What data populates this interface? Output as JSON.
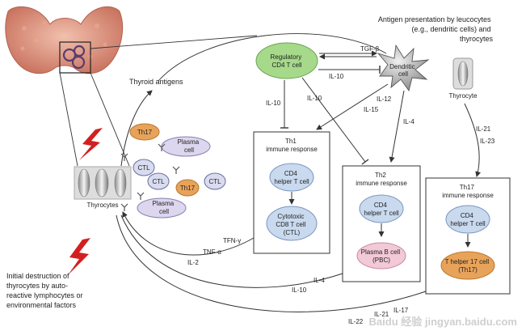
{
  "labels": {
    "antigen_presentation": [
      "Antigen presentation by leucocytes",
      "(e.g., dendritic cells) and",
      "thyrocytes"
    ],
    "thyroid_antigens": "Thyroid antigens",
    "thyrocytes": "Thyrocytes",
    "thyrocyte": "Thyrocyte",
    "initial_destruction": [
      "Initial destruction of",
      "thyrocytes by auto-",
      "reactive lymphocytes or",
      "environmental factors"
    ],
    "watermark": "Baidu 经验  jingyan.baidu.com"
  },
  "cells": {
    "regulatory": [
      "Regulatory",
      "CD4 T cell"
    ],
    "dendritic": [
      "Dendritic",
      "cell"
    ],
    "th17_small": "Th17",
    "plasma_1": [
      "Plasma",
      "cell"
    ],
    "plasma_2": [
      "Plasma",
      "cell"
    ],
    "ctl_1": "CTL",
    "ctl_2": "CTL",
    "ctl_3": "CTL",
    "th17_small_2": "Th17"
  },
  "responses": {
    "th1": {
      "title": [
        "Th1",
        "immune response"
      ],
      "top": [
        "CD4",
        "helper T cell"
      ],
      "bottom": [
        "Cytotoxic",
        "CD8 T cell",
        "(CTL)"
      ]
    },
    "th2": {
      "title": [
        "Th2",
        "immune response"
      ],
      "top": [
        "CD4",
        "helper T cell"
      ],
      "bottom": [
        "Plasma B cell",
        "(PBC)"
      ]
    },
    "th17": {
      "title": [
        "Th17",
        "immune response"
      ],
      "top": [
        "CD4",
        "helper T cell"
      ],
      "bottom": [
        "T helper 17 cell",
        "(Th17)"
      ]
    }
  },
  "cytokines": {
    "tgf_beta": "TGF-β",
    "il10_reg_dc": "IL-10",
    "il10_left": "IL-10",
    "il10_mid": "IL-10",
    "il12": "IL-12",
    "il15": "IL-15",
    "il4": "IL-4",
    "il21": "IL-21",
    "il23": "IL-23",
    "tfn_gamma": "TFN-γ",
    "tnf_alpha": "TNF-α",
    "il2": "IL-2",
    "il10_bottom": "IL-10",
    "il4_bottom": "IL-4",
    "il21_bottom": "IL-21",
    "il17_bottom": "IL-17",
    "il22_bottom": "IL-22"
  },
  "colors": {
    "green_cell": "#a6d98a",
    "blue_cell": "#c9d9ee",
    "orange_cell": "#e8a35a",
    "pink_cell": "#f2c9d6",
    "lavender_cell": "#dcd6ee",
    "ctl_cell": "#d9dcef",
    "thyroid": "#d98f7a",
    "lightning": "#d22020"
  }
}
